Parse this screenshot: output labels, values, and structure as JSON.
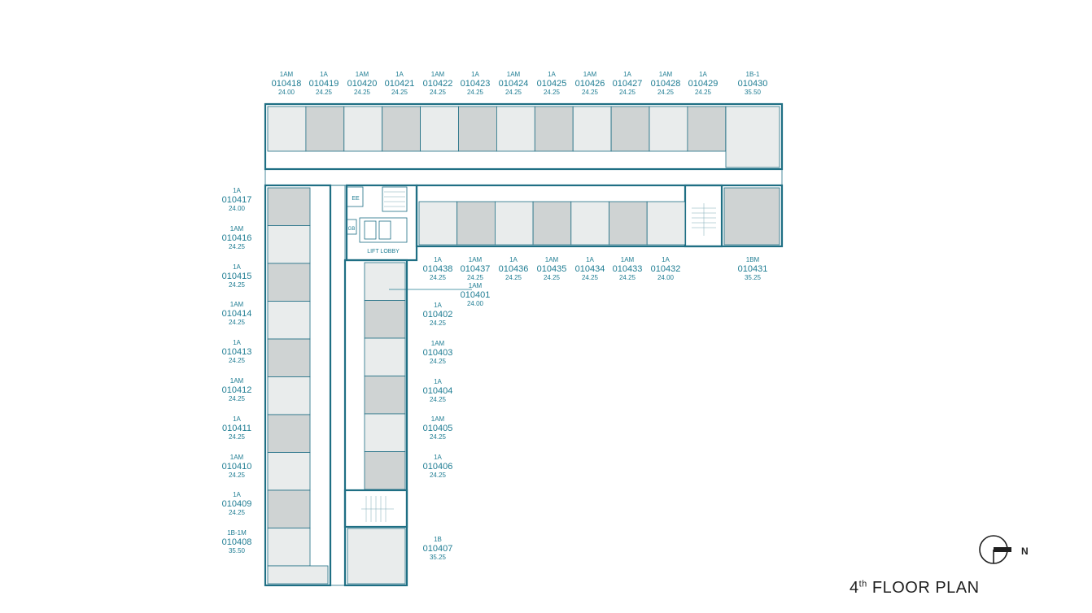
{
  "plan": {
    "title_floor": "4",
    "title_sup": "th",
    "title_rest": " FLOOR PLAN",
    "north_label": "N",
    "lift_lobby": "LIFT LOBBY",
    "ee_label": "EE",
    "gb_label": "GB"
  },
  "units": [
    {
      "type": "1AM",
      "id": "010418",
      "area": "24.00"
    },
    {
      "type": "1A",
      "id": "010419",
      "area": "24.25"
    },
    {
      "type": "1AM",
      "id": "010420",
      "area": "24.25"
    },
    {
      "type": "1A",
      "id": "010421",
      "area": "24.25"
    },
    {
      "type": "1AM",
      "id": "010422",
      "area": "24.25"
    },
    {
      "type": "1A",
      "id": "010423",
      "area": "24.25"
    },
    {
      "type": "1AM",
      "id": "010424",
      "area": "24.25"
    },
    {
      "type": "1A",
      "id": "010425",
      "area": "24.25"
    },
    {
      "type": "1AM",
      "id": "010426",
      "area": "24.25"
    },
    {
      "type": "1A",
      "id": "010427",
      "area": "24.25"
    },
    {
      "type": "1AM",
      "id": "010428",
      "area": "24.25"
    },
    {
      "type": "1A",
      "id": "010429",
      "area": "24.25"
    },
    {
      "type": "1B-1",
      "id": "010430",
      "area": "35.50"
    },
    {
      "type": "1A",
      "id": "010438",
      "area": "24.25"
    },
    {
      "type": "1AM",
      "id": "010437",
      "area": "24.25"
    },
    {
      "type": "1A",
      "id": "010436",
      "area": "24.25"
    },
    {
      "type": "1AM",
      "id": "010435",
      "area": "24.25"
    },
    {
      "type": "1A",
      "id": "010434",
      "area": "24.25"
    },
    {
      "type": "1AM",
      "id": "010433",
      "area": "24.25"
    },
    {
      "type": "1A",
      "id": "010432",
      "area": "24.00"
    },
    {
      "type": "1BM",
      "id": "010431",
      "area": "35.25"
    },
    {
      "type": "1A",
      "id": "010417",
      "area": "24.00"
    },
    {
      "type": "1AM",
      "id": "010416",
      "area": "24.25"
    },
    {
      "type": "1A",
      "id": "010415",
      "area": "24.25"
    },
    {
      "type": "1AM",
      "id": "010414",
      "area": "24.25"
    },
    {
      "type": "1A",
      "id": "010413",
      "area": "24.25"
    },
    {
      "type": "1AM",
      "id": "010412",
      "area": "24.25"
    },
    {
      "type": "1A",
      "id": "010411",
      "area": "24.25"
    },
    {
      "type": "1AM",
      "id": "010410",
      "area": "24.25"
    },
    {
      "type": "1A",
      "id": "010409",
      "area": "24.25"
    },
    {
      "type": "1B-1M",
      "id": "010408",
      "area": "35.50"
    },
    {
      "type": "1AM",
      "id": "010401",
      "area": "24.00"
    },
    {
      "type": "1A",
      "id": "010402",
      "area": "24.25"
    },
    {
      "type": "1AM",
      "id": "010403",
      "area": "24.25"
    },
    {
      "type": "1A",
      "id": "010404",
      "area": "24.25"
    },
    {
      "type": "1AM",
      "id": "010405",
      "area": "24.25"
    },
    {
      "type": "1A",
      "id": "010406",
      "area": "24.25"
    },
    {
      "type": "1B",
      "id": "010407",
      "area": "35.25"
    }
  ],
  "colors": {
    "wall": "#1f6f84",
    "label": "#1f7d93",
    "unit_light": "#e9ecec",
    "unit_dark": "#cfd3d3"
  }
}
